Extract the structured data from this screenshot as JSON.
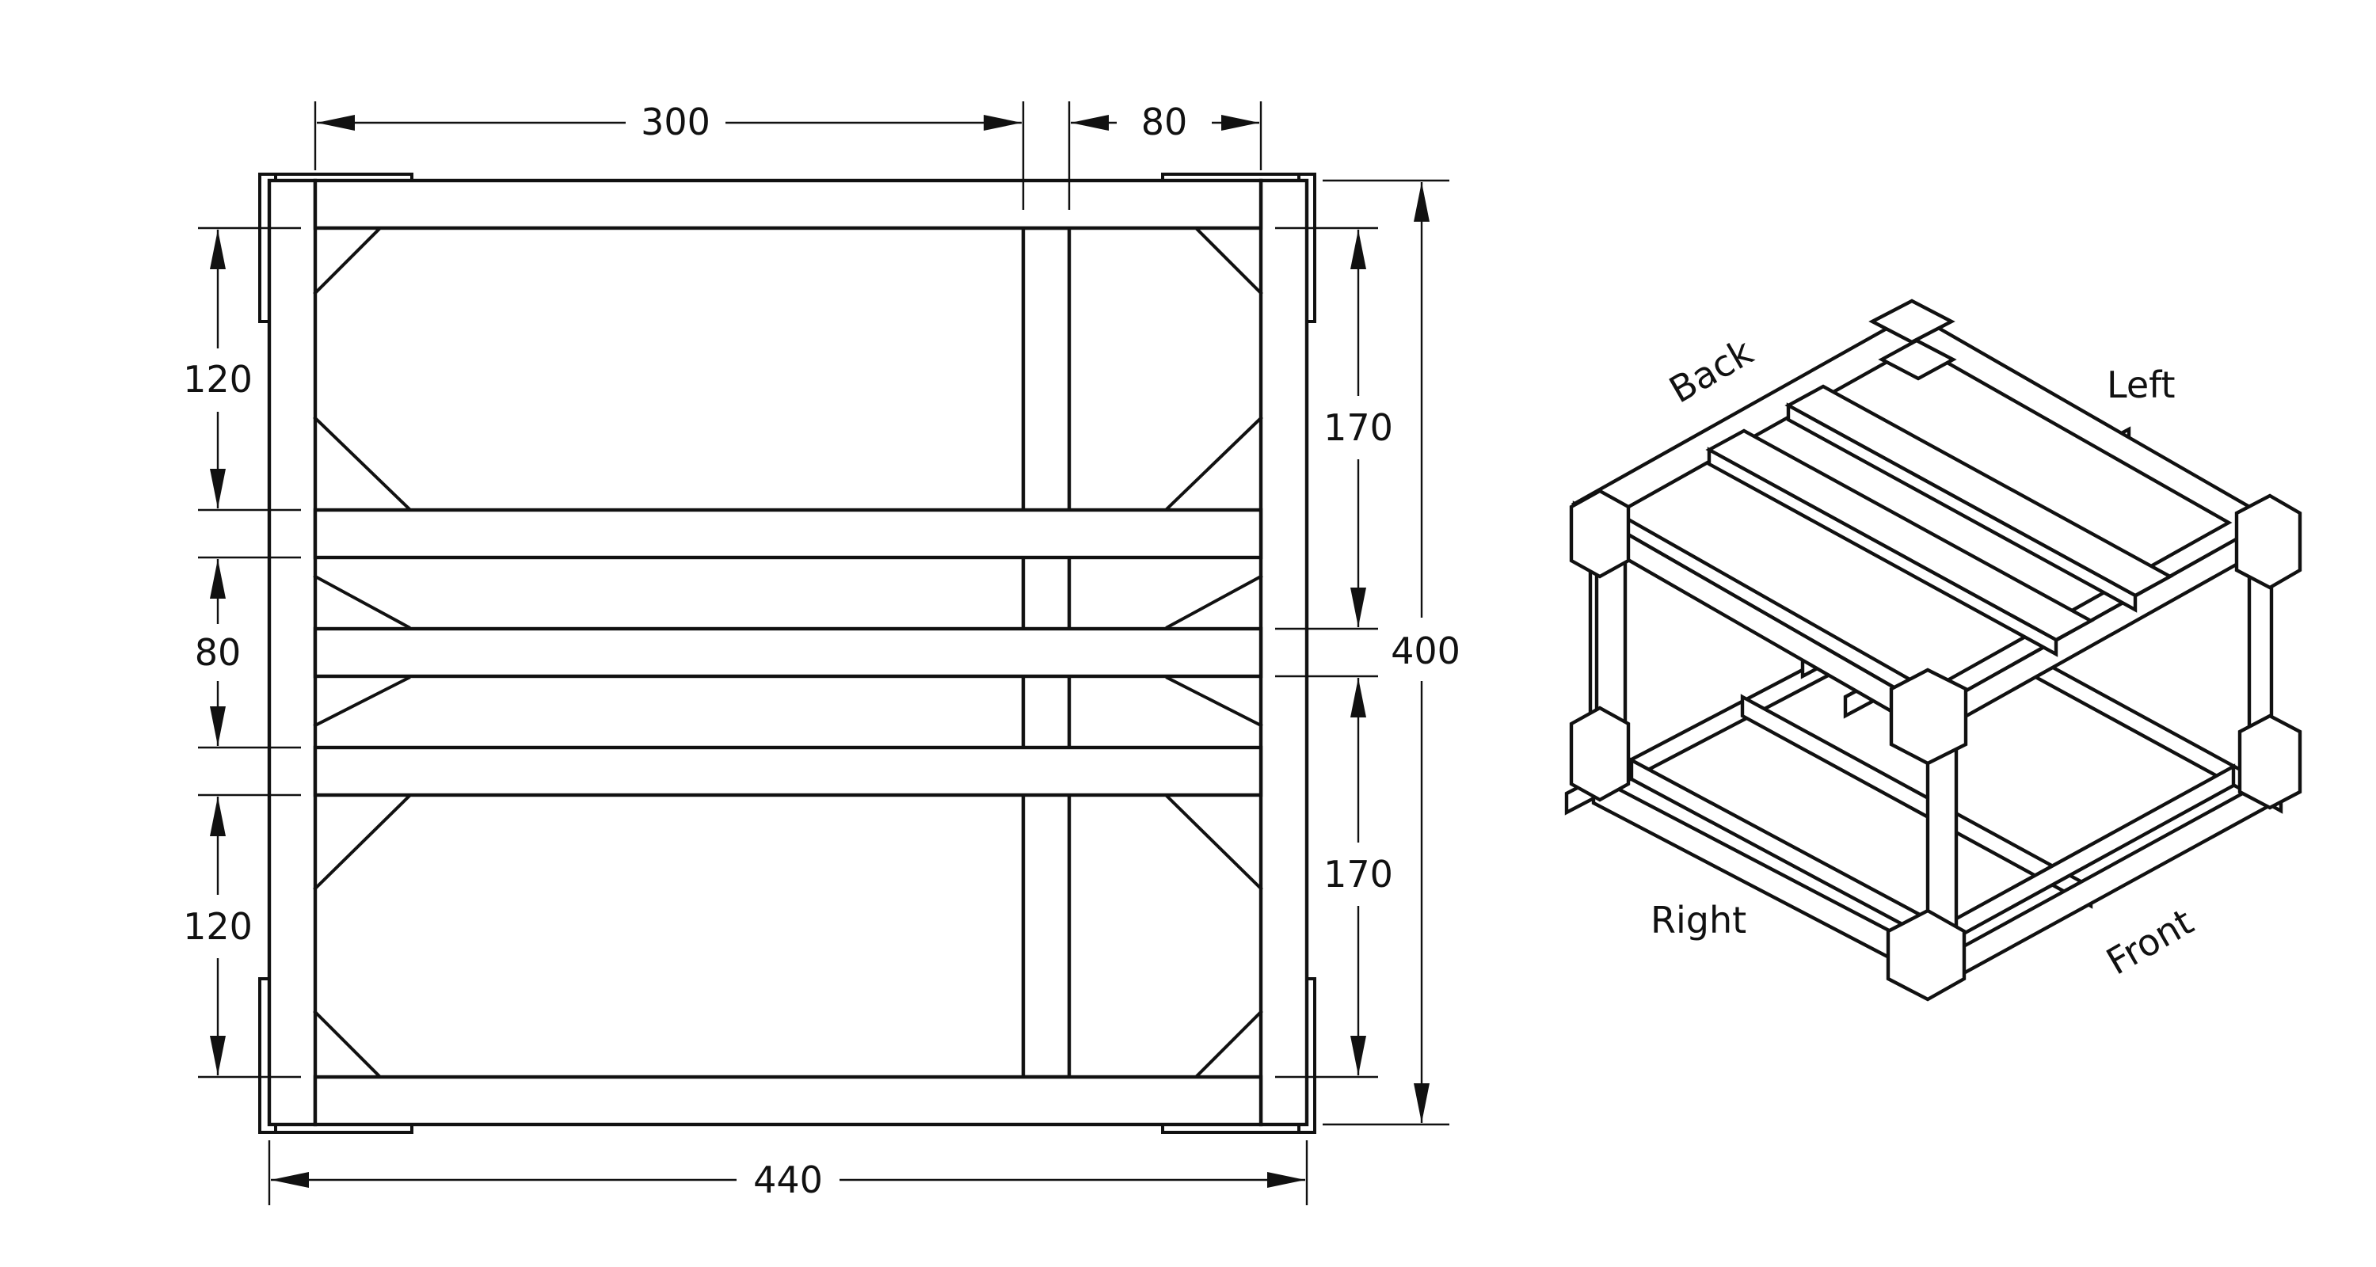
{
  "dimensions": {
    "top_width": "300",
    "top_post": "80",
    "left_upper": "120",
    "left_middle": "80",
    "left_lower": "120",
    "right_upper": "170",
    "right_lower": "170",
    "overall_height": "400",
    "overall_width": "440"
  },
  "iso_labels": {
    "back": "Back",
    "left": "Left",
    "right": "Right",
    "front": "Front"
  },
  "colors": {
    "line": "#111111",
    "fill": "#ffffff"
  }
}
